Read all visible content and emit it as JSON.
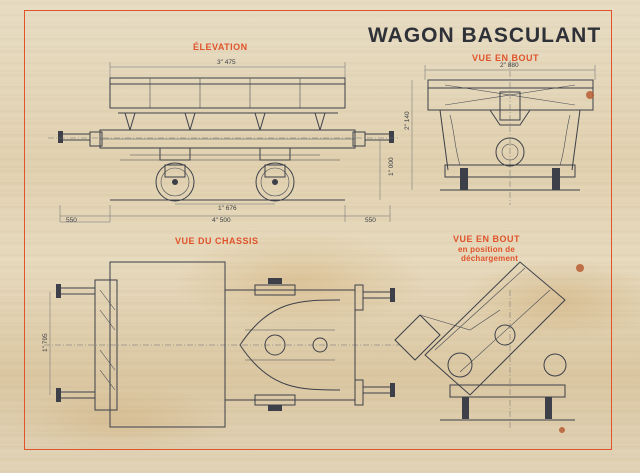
{
  "title": "WAGON BASCULANT",
  "views": {
    "elevation": "ÉLEVATION",
    "end_view": "VUE EN BOUT",
    "chassis_view": "VUE DU CHASSIS",
    "end_view_unloading": {
      "title": "VUE EN BOUT",
      "line1": "en position de",
      "line2": "déchargement"
    }
  },
  "dimensions": {
    "top_length": "3\" 475",
    "end_width": "2\" 880",
    "end_height": "2\" 140",
    "wheel_height": "1\" 000",
    "wheelbase": "1\" 676",
    "overall_length": "4\" 500",
    "left_overhang": "550",
    "right_overhang": "550",
    "chassis_width": "1\" 795"
  },
  "colors": {
    "ink": "#3d4049",
    "accent_red": "#e0532b",
    "paper": "#e6d9bd"
  }
}
